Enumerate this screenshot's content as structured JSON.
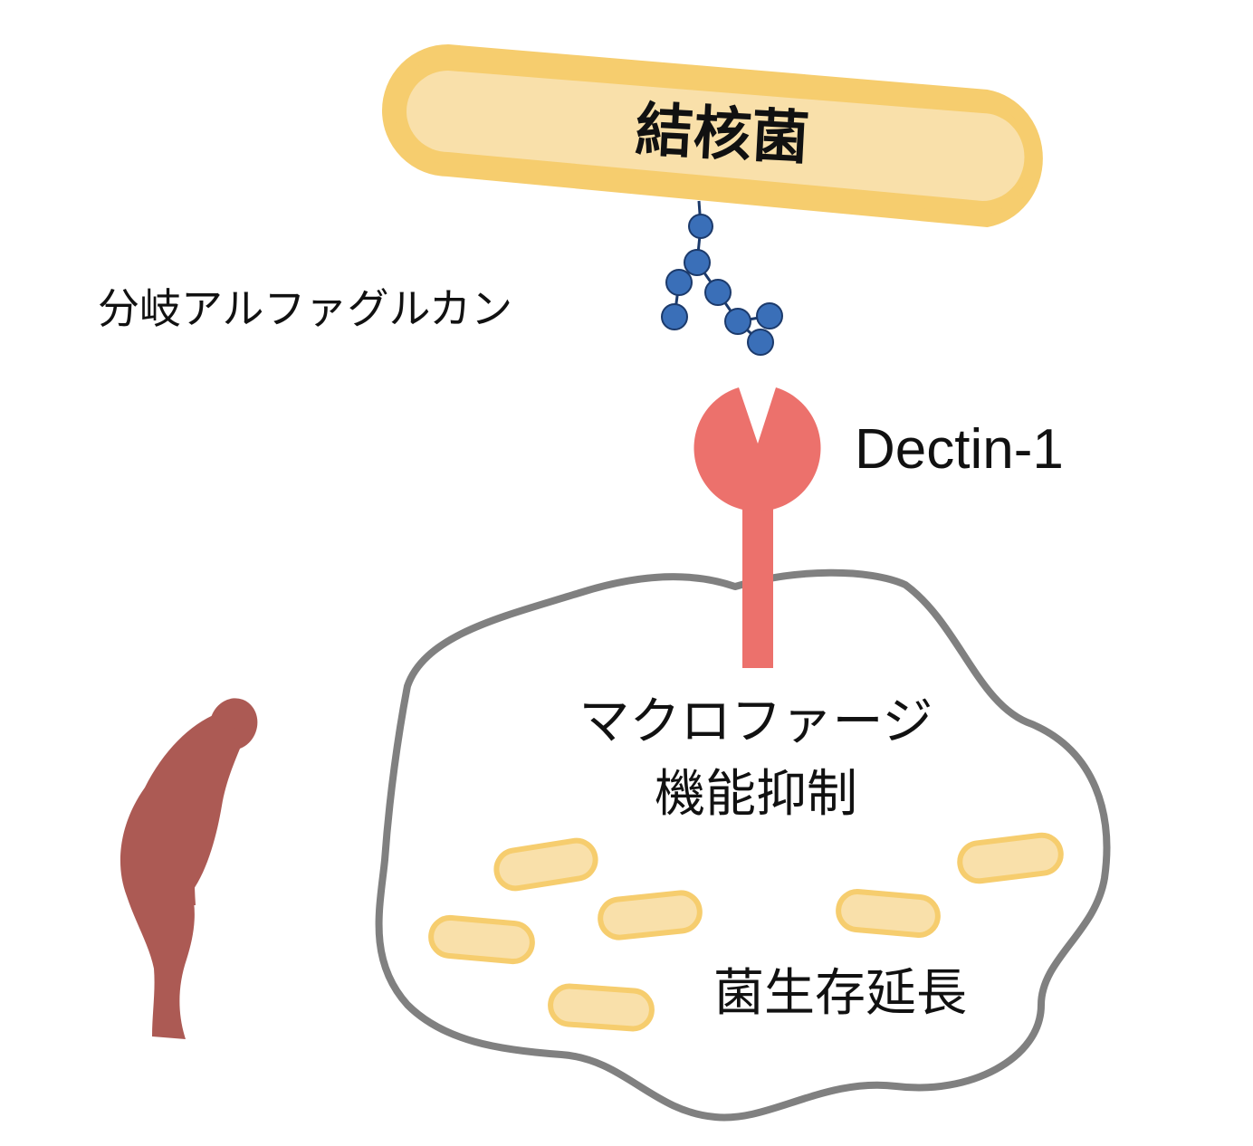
{
  "diagram": {
    "bacterium": {
      "label": "結核菌"
    },
    "glucan": {
      "label": "分岐アルファグルカン"
    },
    "receptor": {
      "label": "Dectin-1"
    },
    "macrophage": {
      "label": "マクロファージ",
      "effect": "機能抑制"
    },
    "outcome": {
      "label": "菌生存延長"
    }
  },
  "colors": {
    "bacterium_fill": "#f9e0aa",
    "bacterium_stroke": "#f6cd6e",
    "bead_fill": "#3a6fb8",
    "bead_stroke": "#1c3a6b",
    "receptor": "#ec716c",
    "membrane": "#808080",
    "human": "#ac5a54",
    "text": "#111111"
  }
}
